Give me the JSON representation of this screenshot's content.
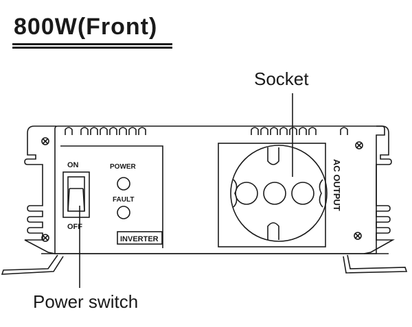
{
  "title": "800W(Front)",
  "callouts": {
    "socket": "Socket",
    "power_switch": "Power switch"
  },
  "panel": {
    "switch_on": "ON",
    "switch_off": "OFF",
    "power_led": "POWER",
    "fault_led": "FAULT",
    "badge": "INVERTER",
    "ac_output": "AC OUTPUT"
  }
}
